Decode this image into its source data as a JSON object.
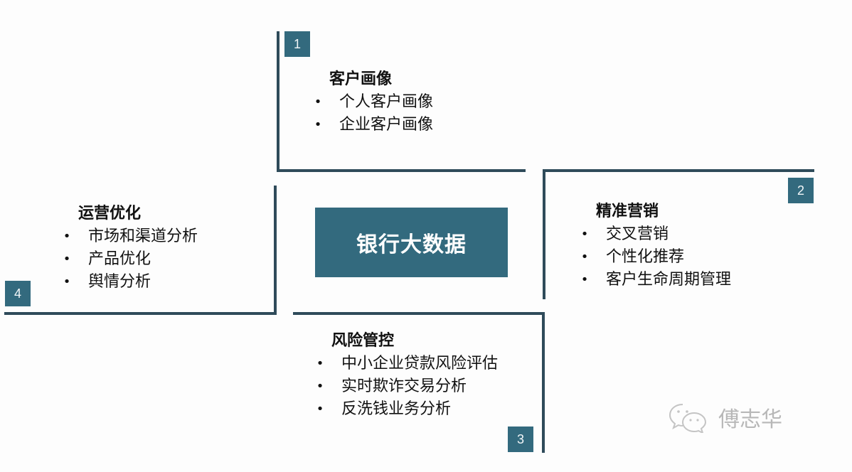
{
  "center": {
    "label": "银行大数据"
  },
  "quadrants": [
    {
      "number": "1",
      "title": "客户画像",
      "items": [
        "个人客户画像",
        "企业客户画像"
      ]
    },
    {
      "number": "2",
      "title": "精准营销",
      "items": [
        "交叉营销",
        "个性化推荐",
        "客户生命周期管理"
      ]
    },
    {
      "number": "3",
      "title": "风险管控",
      "items": [
        "中小企业贷款风险评估",
        "实时欺诈交易分析",
        "反洗钱业务分析"
      ]
    },
    {
      "number": "4",
      "title": "运营优化",
      "items": [
        "市场和渠道分析",
        "产品优化",
        "舆情分析"
      ]
    }
  ],
  "bullet": "•",
  "watermark": {
    "text": "傅志华",
    "icon": "wechat-icon"
  },
  "colors": {
    "accent": "#336a7e",
    "line": "#2f4b5a"
  }
}
